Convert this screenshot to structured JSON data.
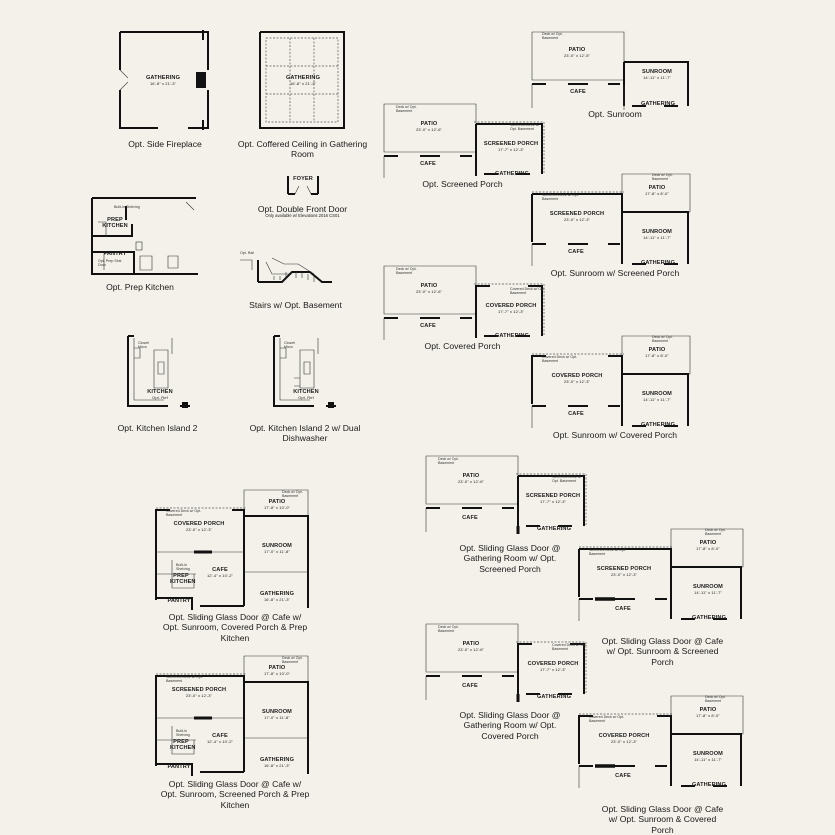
{
  "plans": [
    {
      "id": "side-fireplace",
      "caption": "Opt. Side Fireplace",
      "rooms": [
        {
          "name": "GATHERING",
          "dims": "16'-8\" x 21'-3\""
        }
      ]
    },
    {
      "id": "coffered-ceiling",
      "caption": "Opt. Coffered Ceiling in Gathering Room",
      "rooms": [
        {
          "name": "GATHERING",
          "dims": "16'-8\" x 21'-3\""
        }
      ]
    },
    {
      "id": "prep-kitchen",
      "caption": "Opt. Prep Kitchen",
      "rooms": [
        {
          "name": "PREP KITCHEN",
          "dims": ""
        },
        {
          "name": "PANTRY",
          "dims": ""
        }
      ],
      "notes": [
        "Built-in Shelving",
        "Opt. Prep Sink Door"
      ]
    },
    {
      "id": "double-front-door",
      "caption": "Opt. Double Front Door",
      "subcaption": "Only available w/ Elevations 2016 CS01",
      "rooms": [
        {
          "name": "FOYER",
          "dims": ""
        }
      ]
    },
    {
      "id": "stairs-basement",
      "caption": "Stairs w/ Opt. Basement",
      "notes": [
        "Opt. Rail"
      ]
    },
    {
      "id": "kitchen-island-2",
      "caption": "Opt. Kitchen Island 2",
      "rooms": [
        {
          "name": "KITCHEN",
          "dims": "Opt. Ref"
        }
      ],
      "notes": [
        "Closet/ Micro"
      ]
    },
    {
      "id": "kitchen-island-2-dd",
      "caption": "Opt. Kitchen Island 2 w/ Dual Dishwasher",
      "rooms": [
        {
          "name": "KITCHEN",
          "dims": "Opt. Ref"
        }
      ],
      "notes": [
        "Closet/ Micro"
      ]
    },
    {
      "id": "sunroom",
      "caption": "Opt. Sunroom",
      "rooms": [
        {
          "name": "PATIO",
          "dims": "23'-0\" x 12'-5\""
        },
        {
          "name": "SUNROOM",
          "dims": "14'-11\" x 11'-7\""
        },
        {
          "name": "CAFE",
          "dims": ""
        },
        {
          "name": "GATHERING",
          "dims": ""
        }
      ],
      "notes": [
        "Deck w/ Opt. Basement"
      ]
    },
    {
      "id": "screened-porch",
      "caption": "Opt. Screened Porch",
      "rooms": [
        {
          "name": "PATIO",
          "dims": "23'-0\" x 12'-6\""
        },
        {
          "name": "SCREENED PORCH",
          "dims": "17'-7\" x 12'-3\""
        },
        {
          "name": "CAFE",
          "dims": ""
        },
        {
          "name": "GATHERING",
          "dims": ""
        }
      ],
      "notes": [
        "Deck w/ Opt. Basement",
        "Screened Deck w/ Opt. Basement"
      ]
    },
    {
      "id": "sunroom-screened",
      "caption": "Opt. Sunroom w/ Screened Porch",
      "rooms": [
        {
          "name": "PATIO",
          "dims": "17'-8\" x 8'-0\""
        },
        {
          "name": "SCREENED PORCH",
          "dims": "23'-0\" x 12'-3\""
        },
        {
          "name": "SUNROOM",
          "dims": "14'-11\" x 11'-7\""
        },
        {
          "name": "CAFE",
          "dims": ""
        },
        {
          "name": "GATHERING",
          "dims": ""
        }
      ],
      "notes": [
        "Deck w/ Opt. Basement",
        "Screened Deck w/ Opt. Basement"
      ]
    },
    {
      "id": "covered-porch",
      "caption": "Opt. Covered Porch",
      "rooms": [
        {
          "name": "PATIO",
          "dims": "23'-0\" x 12'-6\""
        },
        {
          "name": "COVERED PORCH",
          "dims": "17'-7\" x 12'-3\""
        },
        {
          "name": "CAFE",
          "dims": ""
        },
        {
          "name": "GATHERING",
          "dims": ""
        }
      ],
      "notes": [
        "Deck w/ Opt. Basement",
        "Covered Deck w/ Opt. Basement"
      ]
    },
    {
      "id": "sunroom-covered",
      "caption": "Opt. Sunroom w/ Covered Porch",
      "rooms": [
        {
          "name": "PATIO",
          "dims": "17'-8\" x 8'-0\""
        },
        {
          "name": "COVERED PORCH",
          "dims": "23'-0\" x 12'-3\""
        },
        {
          "name": "SUNROOM",
          "dims": "14'-11\" x 11'-7\""
        },
        {
          "name": "CAFE",
          "dims": ""
        },
        {
          "name": "GATHERING",
          "dims": ""
        }
      ],
      "notes": [
        "Deck w/ Opt. Basement",
        "Covered Deck w/ Opt. Basement"
      ]
    },
    {
      "id": "sgd-gathering-screened",
      "caption": "Opt. Sliding Glass Door @ Gathering Room w/ Opt. Screened Porch",
      "rooms": [
        {
          "name": "PATIO",
          "dims": "23'-0\" x 12'-6\""
        },
        {
          "name": "SCREENED PORCH",
          "dims": "17'-7\" x 12'-3\""
        },
        {
          "name": "CAFE",
          "dims": ""
        },
        {
          "name": "GATHERING",
          "dims": ""
        }
      ],
      "notes": [
        "Deck w/ Opt. Basement",
        "Screened Deck w/ Opt. Basement"
      ]
    },
    {
      "id": "sgd-cafe-sunroom-covered-prep",
      "caption": "Opt. Sliding Glass Door @ Cafe w/ Opt. Sunroom, Covered Porch & Prep Kitchen",
      "rooms": [
        {
          "name": "PATIO",
          "dims": "17'-8\" x 10'-0\""
        },
        {
          "name": "COVERED PORCH",
          "dims": "23'-0\" x 12'-3\""
        },
        {
          "name": "SUNROOM",
          "dims": "17'-0\" x 11'-8\""
        },
        {
          "name": "CAFE",
          "dims": "12'-4\" x 10'-2\""
        },
        {
          "name": "PREP KITCHEN",
          "dims": ""
        },
        {
          "name": "GATHERING",
          "dims": "16'-8\" x 21'-3\""
        },
        {
          "name": "PANTRY",
          "dims": ""
        }
      ],
      "notes": [
        "Deck w/ Opt. Basement",
        "Covered Deck w/ Opt. Basement",
        "Built-in Shelving"
      ]
    },
    {
      "id": "sgd-cafe-sunroom-screened",
      "caption": "Opt. Sliding Glass Door @ Cafe w/ Opt. Sunroom & Screened Porch",
      "rooms": [
        {
          "name": "PATIO",
          "dims": "17'-8\" x 8'-0\""
        },
        {
          "name": "SCREENED PORCH",
          "dims": "23'-0\" x 12'-3\""
        },
        {
          "name": "SUNROOM",
          "dims": "14'-11\" x 11'-7\""
        },
        {
          "name": "CAFE",
          "dims": ""
        },
        {
          "name": "GATHERING",
          "dims": ""
        }
      ],
      "notes": [
        "Deck w/ Opt. Basement",
        "Screened Deck w/ Opt. Basement"
      ]
    },
    {
      "id": "sgd-gathering-covered",
      "caption": "Opt. Sliding Glass Door @ Gathering Room w/ Opt. Covered Porch",
      "rooms": [
        {
          "name": "PATIO",
          "dims": "23'-0\" x 12'-6\""
        },
        {
          "name": "COVERED PORCH",
          "dims": "17'-7\" x 12'-3\""
        },
        {
          "name": "CAFE",
          "dims": ""
        },
        {
          "name": "GATHERING",
          "dims": ""
        }
      ],
      "notes": [
        "Deck w/ Opt. Basement",
        "Covered Deck w/ Opt. Basement"
      ]
    },
    {
      "id": "sgd-cafe-sunroom-screened-prep",
      "caption": "Opt. Sliding Glass Door @ Cafe w/ Opt. Sunroom, Screened Porch & Prep Kitchen",
      "rooms": [
        {
          "name": "PATIO",
          "dims": "17'-8\" x 10'-0\""
        },
        {
          "name": "SCREENED PORCH",
          "dims": "23'-0\" x 12'-3\""
        },
        {
          "name": "SUNROOM",
          "dims": "17'-0\" x 11'-8\""
        },
        {
          "name": "CAFE",
          "dims": "12'-4\" x 10'-2\""
        },
        {
          "name": "PREP KITCHEN",
          "dims": ""
        },
        {
          "name": "GATHERING",
          "dims": "16'-8\" x 21'-3\""
        },
        {
          "name": "PANTRY",
          "dims": ""
        }
      ],
      "notes": [
        "Deck w/ Opt. Basement",
        "Screened Deck w/ Opt. Basement",
        "Built-in Shelving"
      ]
    },
    {
      "id": "sgd-cafe-sunroom-covered",
      "caption": "Opt. Sliding Glass Door @ Cafe w/ Opt. Sunroom & Covered Porch",
      "rooms": [
        {
          "name": "PATIO",
          "dims": "17'-8\" x 8'-0\""
        },
        {
          "name": "COVERED PORCH",
          "dims": "23'-0\" x 12'-3\""
        },
        {
          "name": "SUNROOM",
          "dims": "14'-11\" x 11'-7\""
        },
        {
          "name": "CAFE",
          "dims": ""
        },
        {
          "name": "GATHERING",
          "dims": ""
        }
      ],
      "notes": [
        "Deck w/ Opt. Basement",
        "Covered Deck w/ Opt. Basement"
      ]
    }
  ]
}
